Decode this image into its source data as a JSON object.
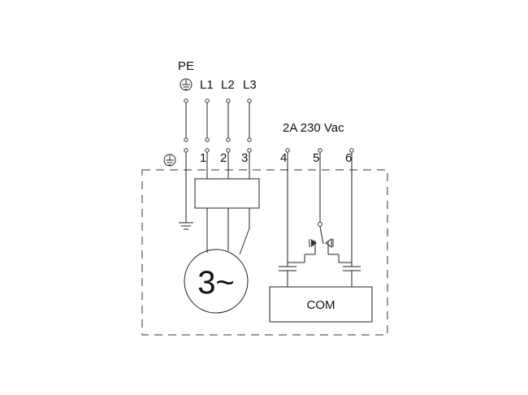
{
  "labels": {
    "pe": "PE",
    "l1": "L1",
    "l2": "L2",
    "l3": "L3",
    "relay_rating": "2A 230 Vac",
    "t1": "1",
    "t2": "2",
    "t3": "3",
    "t4": "4",
    "t5": "5",
    "t6": "6",
    "motor": "3~",
    "com": "COM"
  },
  "icons": {
    "ground_top": "protective-earth-icon",
    "ground_left": "protective-earth-icon",
    "ground_drop": "earth-ground-icon"
  }
}
